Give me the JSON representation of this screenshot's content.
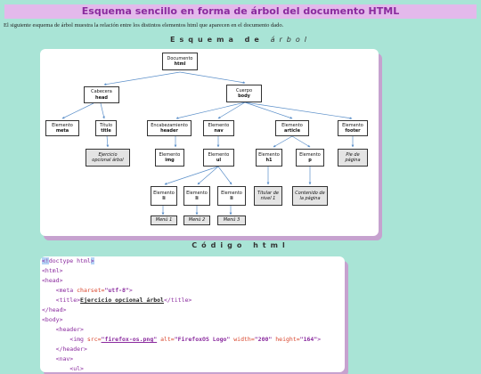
{
  "page": {
    "title": "Esquema sencillo en forma de árbol del documento HTML",
    "intro": "El siguiente esquema de árbol muestra la relación entre los distintos elementos html que aparecen en el documento dado.",
    "tree_heading": "Esquema de",
    "tree_heading_em": "árbol",
    "code_heading": "Código html"
  },
  "tree": {
    "documento": [
      "Documento",
      "html"
    ],
    "cabecera": [
      "Cabecera",
      "head"
    ],
    "cuerpo": [
      "Cuerpo",
      "body"
    ],
    "meta": [
      "Elemento",
      "meta"
    ],
    "titulo": [
      "Título",
      "title"
    ],
    "header": [
      "Encabezamiento",
      "header"
    ],
    "nav": [
      "Elemento",
      "nav"
    ],
    "article": [
      "Elemento",
      "article"
    ],
    "footer": [
      "Elemento",
      "footer"
    ],
    "ejercicio": [
      "Ejercicio",
      "opcional árbol"
    ],
    "img": [
      "Elemento",
      "img"
    ],
    "ul": [
      "Elemento",
      "ul"
    ],
    "h1": [
      "Elemento",
      "h1"
    ],
    "p": [
      "Elemento",
      "p"
    ],
    "pie": [
      "Pie de",
      "página"
    ],
    "li1": [
      "Elemento",
      "li"
    ],
    "li2": [
      "Elemento",
      "li"
    ],
    "li3": [
      "Elemento",
      "li"
    ],
    "titular": [
      "Titular de",
      "nivel 1"
    ],
    "contenido": [
      "Contenido de",
      "la página"
    ],
    "menu1": "Menú 1",
    "menu2": "Menú 2",
    "menu3": "Menú 3"
  },
  "code": {
    "l1a": "<!",
    "l1b": "doctype html",
    "l1c": ">",
    "l2": "<html>",
    "l3": "<head>",
    "l4a": "    <meta ",
    "l4b": "charset=",
    "l4c": "\"utf-8\"",
    "l4d": ">",
    "l5a": "    <title>",
    "l5b": "Ejercicio opcional árbol",
    "l5c": "</title>",
    "l6": "</head>",
    "l7": "<body>",
    "l8": "    <header>",
    "l9a": "        <img ",
    "l9b": "src=",
    "l9c": "\"firefox-os.png\"",
    "l9d": " alt=",
    "l9e": "\"FirefoxOS Logo\"",
    "l9f": " width=",
    "l9g": "\"200\"",
    "l9h": " height=",
    "l9i": "\"164\"",
    "l9j": ">",
    "l10": "    </header>",
    "l11": "    <nav>",
    "l12": "        <ul>"
  }
}
